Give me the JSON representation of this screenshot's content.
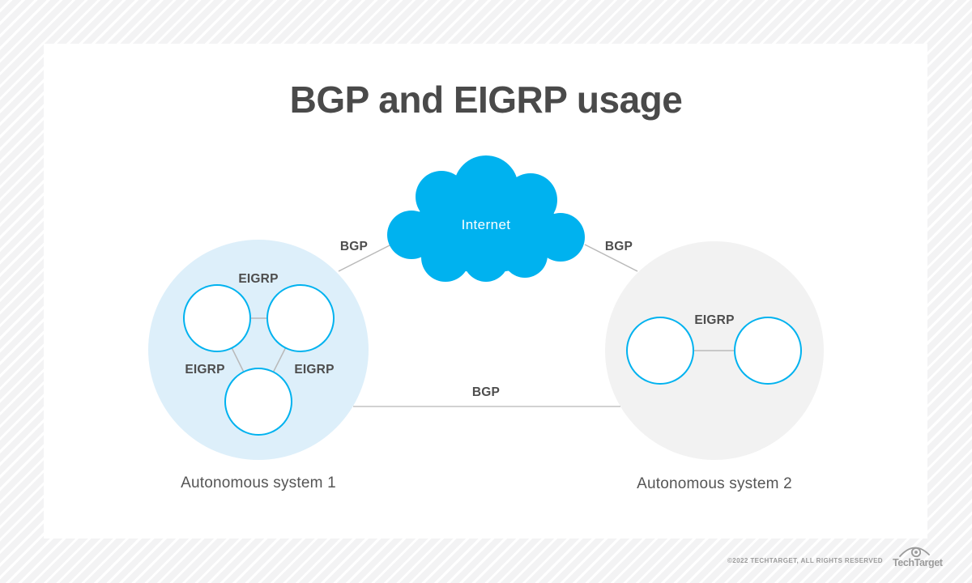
{
  "page": {
    "title": "BGP and EIGRP usage"
  },
  "diagram": {
    "cloud": {
      "label": "Internet"
    },
    "bgp": {
      "left_label": "BGP",
      "middle_label": "BGP",
      "right_label": "BGP"
    },
    "as1": {
      "label": "Autonomous system 1",
      "eigrp_labels": [
        "EIGRP",
        "EIGRP",
        "EIGRP"
      ],
      "router_count": 3
    },
    "as2": {
      "label": "Autonomous system 2",
      "eigrp_label": "EIGRP",
      "router_count": 2
    }
  },
  "footer": {
    "copyright": "©2022 TECHTARGET, ALL RIGHTS RESERVED",
    "logo_text": "TechTarget"
  },
  "colors": {
    "accent_cyan": "#00b2ef",
    "as1_fill": "#ddeffa",
    "as2_fill": "#f2f2f2",
    "connector_gray": "#b9b9b9",
    "text_dark": "#4d4d4d",
    "footer_gray": "#9b9b9b",
    "card_bg": "#ffffff",
    "page_stripe_bg": "#f3f3f4"
  }
}
